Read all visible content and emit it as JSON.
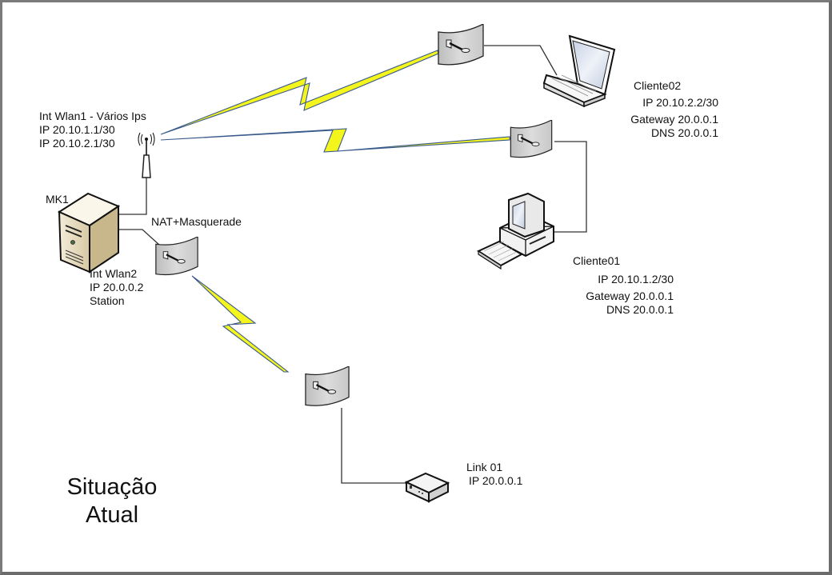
{
  "diagram": {
    "title_line1": "Situação",
    "title_line2": "Atual",
    "colors": {
      "frame": "#7a7a7a",
      "bolt_fill": "#f5f51e",
      "bolt_edge": "#3a5a8c",
      "dish_fill": "#d4d4d4",
      "server_fill": "#e8dcc0",
      "line": "#333333"
    },
    "nodes": {
      "mk1": {
        "name": "MK1",
        "icon": "server-tower-icon"
      },
      "wlan1": {
        "title": "Int Wlan1 - Vários Ips",
        "ip1": "IP 20.10.1.1/30",
        "ip2": "IP 20.10.2.1/30",
        "icon": "antenna-icon"
      },
      "wlan2": {
        "title": "Int Wlan2",
        "ip": "IP 20.0.0.2",
        "mode": "Station",
        "icon": "dish-antenna-icon"
      },
      "nat": {
        "label": "NAT+Masquerade"
      },
      "cliente02": {
        "name": "Cliente02",
        "ip": "IP 20.10.2.2/30",
        "gateway": "Gateway 20.0.0.1",
        "dns": "DNS 20.0.0.1",
        "icon": "laptop-icon"
      },
      "cliente01": {
        "name": "Cliente01",
        "ip": "IP 20.10.1.2/30",
        "gateway": "Gateway 20.0.0.1",
        "dns": "DNS 20.0.0.1",
        "icon": "desktop-computer-icon"
      },
      "link01": {
        "name": "Link 01",
        "ip": "IP 20.0.0.1",
        "icon": "modem-icon"
      }
    },
    "links": [
      {
        "from": "wlan1",
        "to": "cliente02-dish",
        "type": "wireless"
      },
      {
        "from": "wlan1",
        "to": "cliente01-dish",
        "type": "wireless"
      },
      {
        "from": "wlan2",
        "to": "link01-dish",
        "type": "wireless"
      },
      {
        "from": "mk1",
        "to": "wlan1",
        "type": "wired"
      },
      {
        "from": "mk1",
        "to": "wlan2",
        "type": "wired"
      },
      {
        "from": "cliente02-dish",
        "to": "cliente02",
        "type": "wired"
      },
      {
        "from": "cliente01-dish",
        "to": "cliente01",
        "type": "wired"
      },
      {
        "from": "link01-dish",
        "to": "link01",
        "type": "wired"
      }
    ]
  }
}
